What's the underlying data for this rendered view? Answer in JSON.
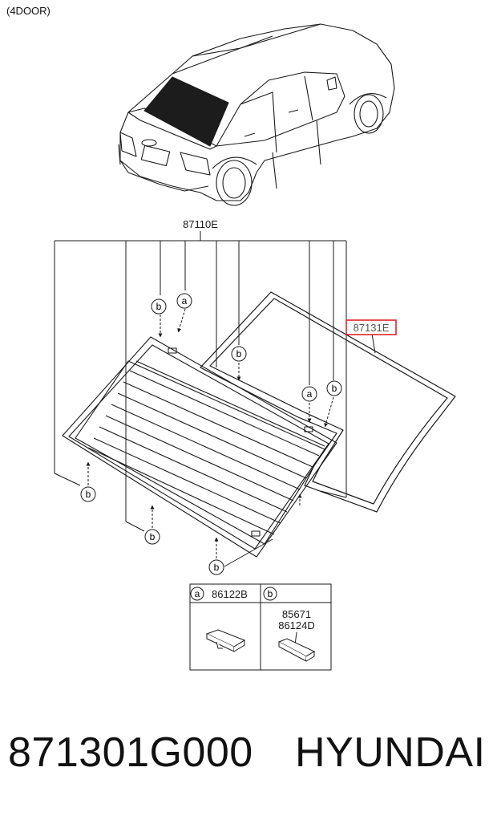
{
  "variant_label": "(4DOOR)",
  "callouts": {
    "assembly": "87110E",
    "highlighted_part": "87131E",
    "marker_a": "a",
    "marker_b": "b"
  },
  "legend": {
    "a_part": "86122B",
    "b_part_1": "85671",
    "b_part_2": "86124D"
  },
  "footer": {
    "part_number": "871301G000",
    "brand": "HYUNDAI"
  },
  "colors": {
    "line": "#1a1a1a",
    "highlight": "#e0242b",
    "highlight_text": "#555555",
    "glass": "#1c1c1c"
  }
}
